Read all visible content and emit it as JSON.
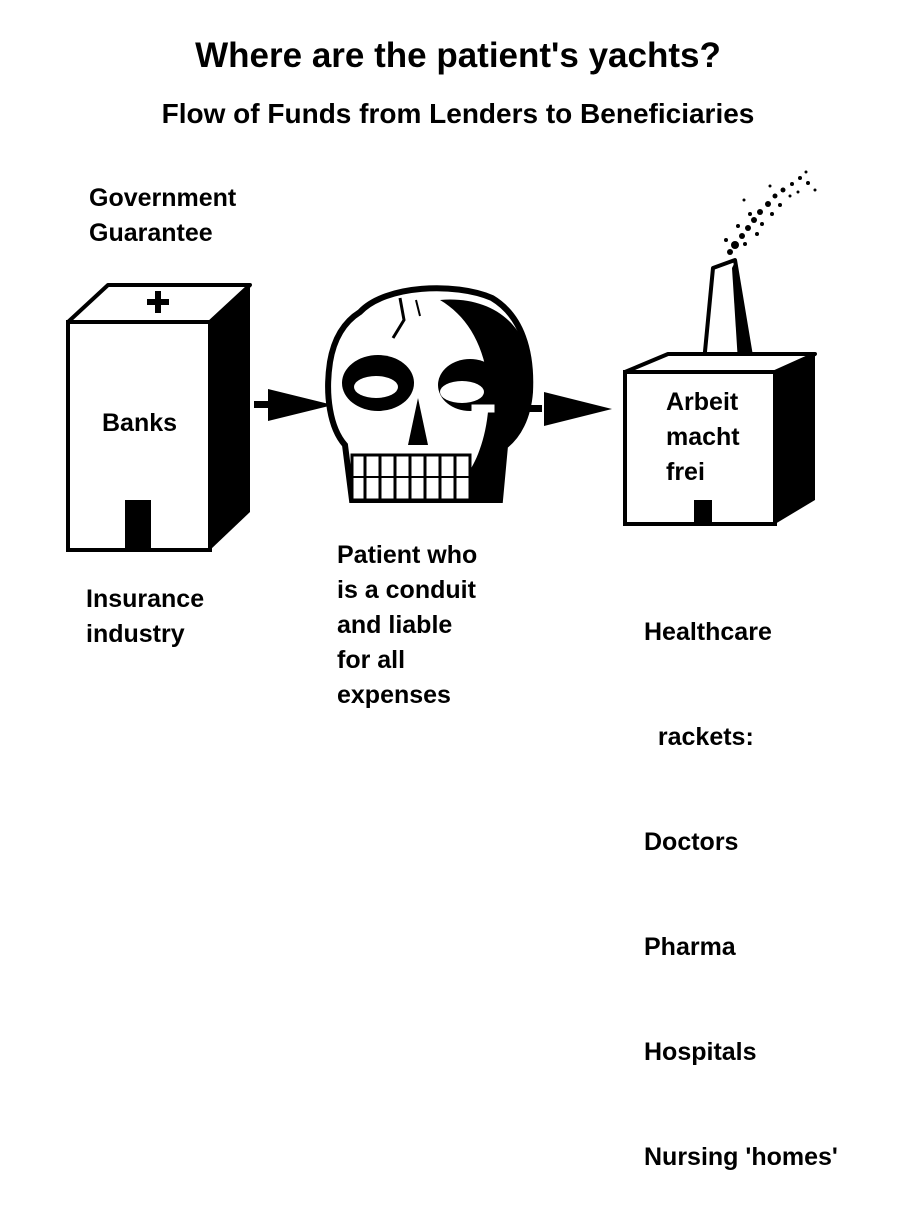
{
  "title": "Where are the patient's yachts?",
  "subtitle": "Flow of Funds from Lenders to Beneficiaries",
  "guarantee": {
    "lines": [
      "Government",
      "Guarantee"
    ]
  },
  "bank_building": {
    "sign": "+",
    "label": "Banks"
  },
  "insurance": {
    "lines": [
      "Insurance",
      "industry"
    ]
  },
  "patient": {
    "lines": [
      "Patient who",
      "is a conduit",
      "and liable",
      "for all",
      "expenses"
    ]
  },
  "factory": {
    "lines": [
      "Arbeit",
      "macht",
      "frei"
    ]
  },
  "beneficiaries": {
    "lines": [
      "Healthcare",
      "  rackets:",
      "Doctors",
      "Pharma",
      "Hospitals",
      "Nursing 'homes'"
    ]
  },
  "colors": {
    "ink": "#000000",
    "paper": "#ffffff"
  }
}
